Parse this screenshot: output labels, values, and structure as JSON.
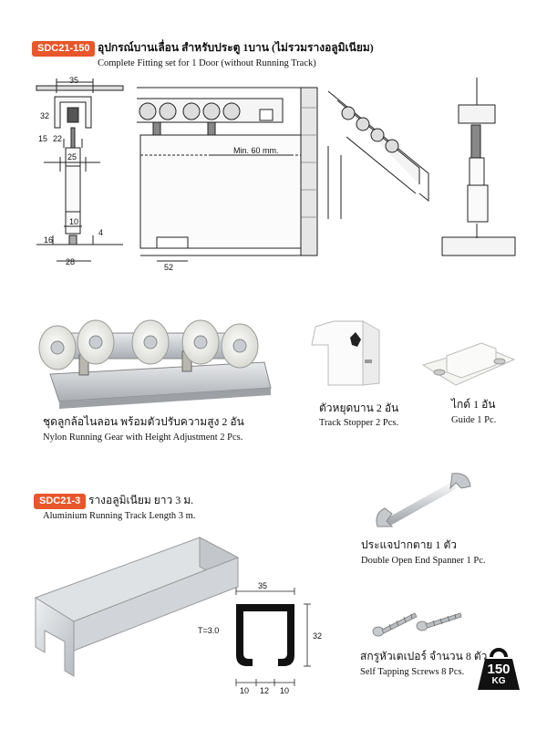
{
  "fitting_set": {
    "code": "SDC21-150",
    "title_th": "อุปกรณ์บานเลื่อน สำหรับประตู 1บาน (ไม่รวมรางอลูมิเนียม)",
    "title_en": "Complete Fitting set for  1 Door (without  Running Track)"
  },
  "drawing": {
    "dims": {
      "w35": "35",
      "h32": "32",
      "d15": "15",
      "d22": "22",
      "w25": "25",
      "w10": "10",
      "h16": "16",
      "h4": "4",
      "w28": "28",
      "w52": "52",
      "min60": "Min. 60  mm."
    }
  },
  "parts": {
    "running_gear": {
      "th": "ชุดลูกล้อไนลอน พร้อมตัวปรับความสูง 2 อัน",
      "en": "Nylon Running Gear with Height Adjustment 2 Pcs."
    },
    "track_stopper": {
      "th": "ตัวหยุดบาน 2 อัน",
      "en": "Track Stopper 2 Pcs."
    },
    "guide": {
      "th": "ไกด์ 1 อัน",
      "en": "Guide 1 Pc."
    }
  },
  "track": {
    "code": "SDC21-3",
    "title_th": "รางอลูมิเนียม ยาว 3 ม.",
    "title_en": "Aluminium Running Track Length 3 m.",
    "profile": {
      "w35": "35",
      "t": "T=3.0",
      "h32": "32",
      "b10a": "10",
      "b12": "12",
      "b10b": "10"
    }
  },
  "spanner": {
    "th": "ประแจปากตาย 1 ตัว",
    "en": "Double Open End Spanner 1 Pc."
  },
  "screws": {
    "th": "สกรูหัวเตเปอร์ จำนวน 8 ตัว",
    "en": "Self Tapping Screws 8 Pcs."
  },
  "weight": {
    "value": "150",
    "unit": "KG"
  },
  "colors": {
    "accent": "#e8562a",
    "line": "#222222",
    "metal": "#c9ccd0",
    "nylon": "#f1f1ee"
  }
}
